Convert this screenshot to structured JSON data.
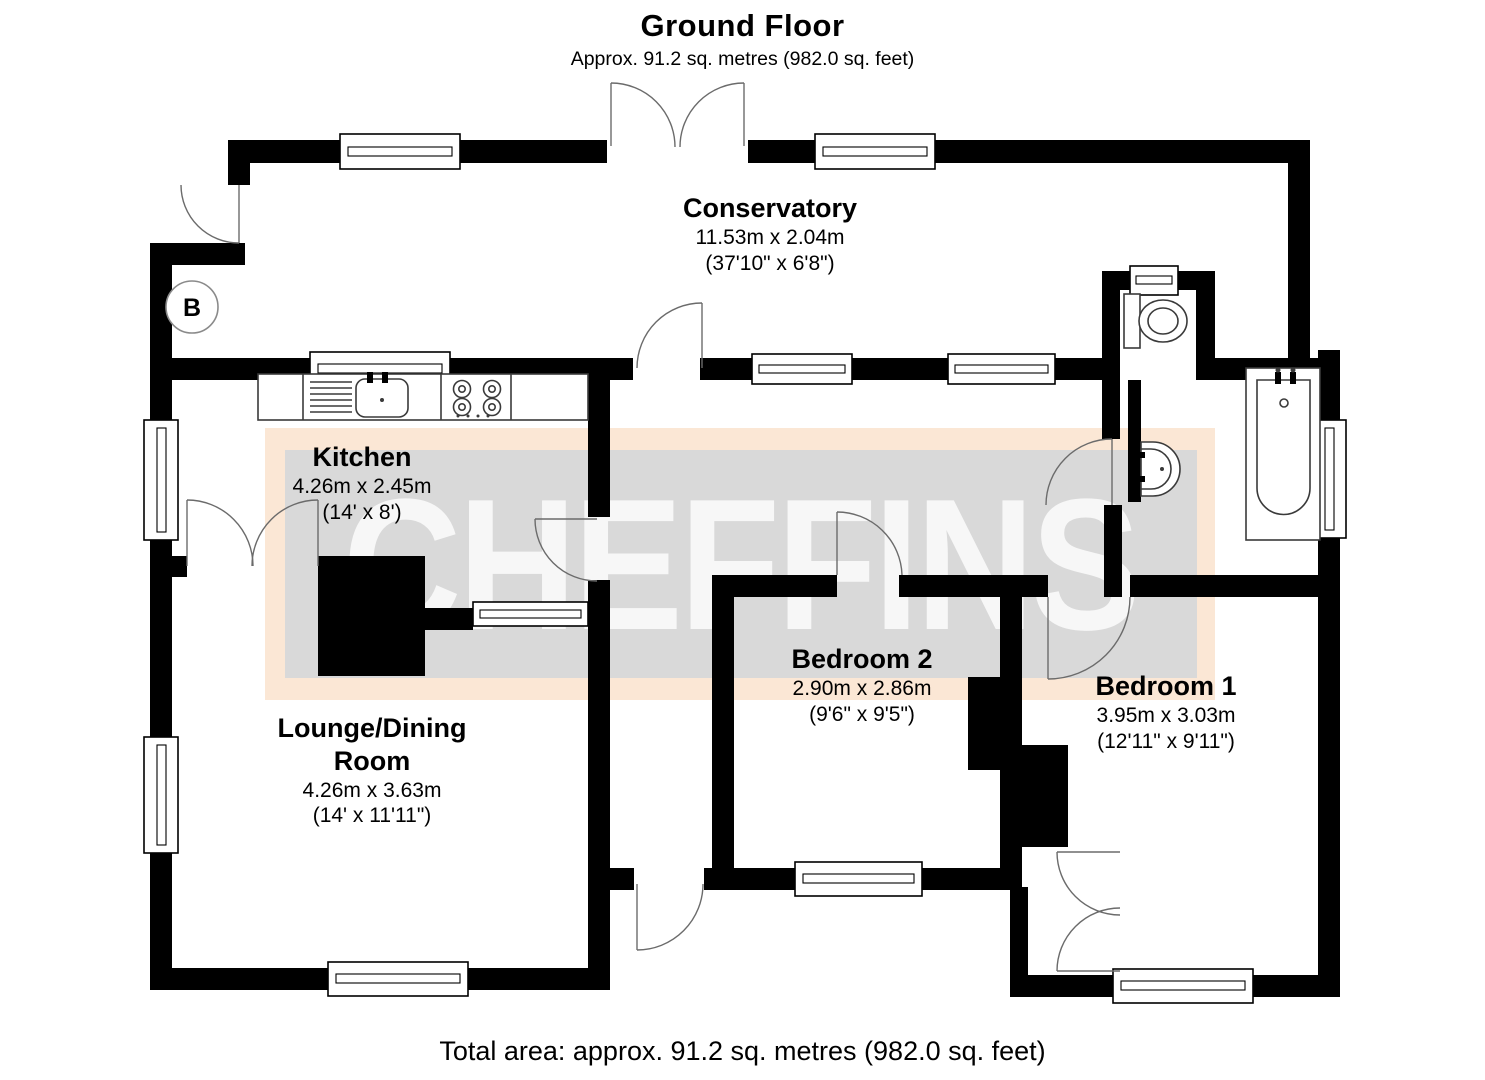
{
  "header": {
    "title": "Ground Floor",
    "subtitle": "Approx. 91.2 sq. metres (982.0 sq. feet)"
  },
  "footer": {
    "total_area": "Total area: approx. 91.2 sq. metres (982.0 sq. feet)"
  },
  "watermark": {
    "text": "CHEFFINS"
  },
  "plan": {
    "boiler_label": "B"
  },
  "colors": {
    "wall": "#000000",
    "watermark_band": "#fbe7d5",
    "watermark_inner": "#d9d9d9",
    "watermark_letters": "#f7f7f7"
  },
  "rooms": [
    {
      "name": "Conservatory",
      "metric": "11.53m x 2.04m",
      "imperial": "(37'10\" x 6'8\")"
    },
    {
      "name": "Kitchen",
      "metric": "4.26m x 2.45m",
      "imperial": "(14' x 8')"
    },
    {
      "name": "Lounge/Dining",
      "name2": "Room",
      "metric": "4.26m x 3.63m",
      "imperial": "(14' x 11'11\")"
    },
    {
      "name": "Bedroom 2",
      "metric": "2.90m x 2.86m",
      "imperial": "(9'6\" x 9'5\")"
    },
    {
      "name": "Bedroom 1",
      "metric": "3.95m x 3.03m",
      "imperial": "(12'11\" x 9'11\")"
    }
  ]
}
